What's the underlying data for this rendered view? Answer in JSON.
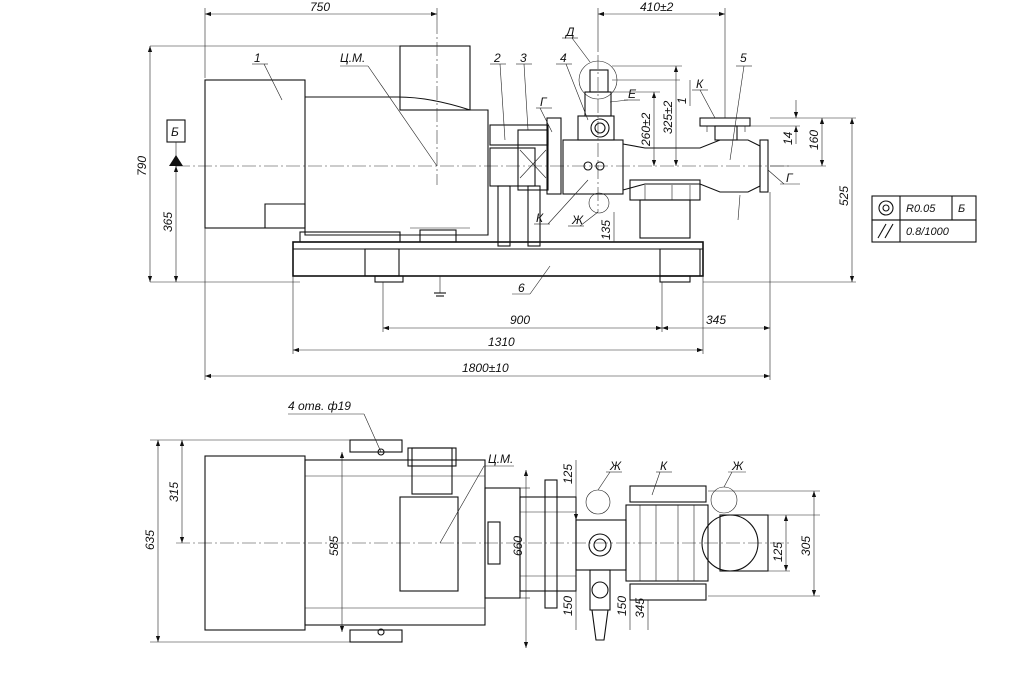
{
  "front_view": {
    "dims": {
      "d750": "750",
      "d410": "410±2",
      "d790": "790",
      "d365": "365",
      "d525": "525",
      "d160": "160",
      "d14": "14",
      "d1": "1",
      "d260": "260±2",
      "d325": "325±2",
      "d135": "135",
      "d900": "900",
      "d345": "345",
      "d1310": "1310",
      "d1800": "1800±10"
    },
    "labels": {
      "pos1": "1",
      "pos2": "2",
      "pos3": "3",
      "pos4": "4",
      "pos5": "5",
      "pos6": "6",
      "cm": "Ц.М.",
      "d_letter": "Д",
      "e_letter": "Е",
      "k_top": "К",
      "g_left": "Г",
      "g_right": "Г",
      "k_bottom": "К",
      "zh": "Ж",
      "datum": "Б"
    }
  },
  "tolerance_frame": {
    "row1": {
      "symbol": "concentricity-icon",
      "value": "R0.05",
      "datum": "Б"
    },
    "row2": {
      "symbol": "parallelism-icon",
      "value": "0.8/1000",
      "datum": ""
    }
  },
  "plan_view": {
    "dims": {
      "d315": "315",
      "d635": "635",
      "d585": "585",
      "d660": "660",
      "d125_top": "125",
      "d125_right": "125",
      "d305": "305",
      "d150_a": "150",
      "d150_b": "150",
      "d345": "345"
    },
    "labels": {
      "holes": "4 отв. ф19",
      "cm": "Ц.М.",
      "zh_left": "Ж",
      "k": "К",
      "zh_right": "Ж"
    }
  }
}
